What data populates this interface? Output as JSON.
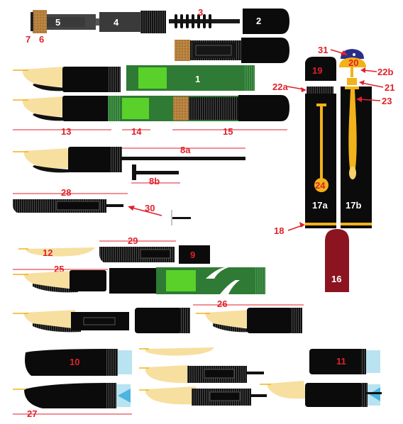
{
  "colors": {
    "label_red": "#e0212b",
    "barrel_green": "#2f7a34",
    "window_green": "#59d12a",
    "nib_gold": "#f7dfa0",
    "cork": "#b8823f",
    "cap_red": "#8b1420",
    "section_blue": "#b9e3f0",
    "clip_gold": "#f2b21a"
  },
  "labels": {
    "l1": "1",
    "l2": "2",
    "l3": "3",
    "l4": "4",
    "l5": "5",
    "l6": "6",
    "l7": "7",
    "l8a": "8a",
    "l8b": "8b",
    "l9": "9",
    "l10": "10",
    "l11": "11",
    "l12": "12",
    "l13": "13",
    "l14": "14",
    "l15": "15",
    "l16": "16",
    "l17a": "17a",
    "l17b": "17b",
    "l18": "18",
    "l19": "19",
    "l20": "20",
    "l21": "21",
    "l22a": "22a",
    "l22b": "22b",
    "l23": "23",
    "l24": "24",
    "l25": "25",
    "l26": "26",
    "l27": "27",
    "l28": "28",
    "l29": "29",
    "l30": "30",
    "l31": "31"
  },
  "icons": [
    "fountain-pen-nib-icon",
    "piston-rod-icon",
    "cap-clip-icon",
    "star-logo-icon"
  ]
}
